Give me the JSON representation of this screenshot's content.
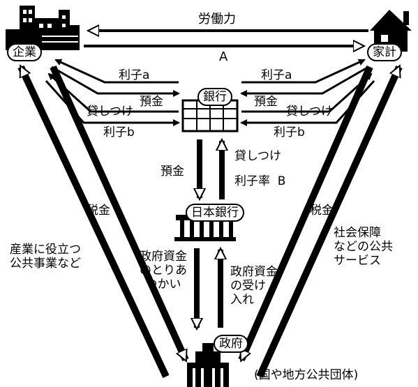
{
  "nodes": {
    "company": "企業",
    "household": "家計",
    "bank": "銀行",
    "central_bank": "日本銀行",
    "government": "政府",
    "government_note": "(国や地方公共団体)"
  },
  "flows": {
    "labor": "労働力",
    "a": "A",
    "interest_a_left": "利子a",
    "interest_a_right": "利子a",
    "deposit_left": "預金",
    "deposit_right": "預金",
    "loan_left": "貸しつけ",
    "loan_right": "貸しつけ",
    "interest_b_left": "利子b",
    "interest_b_right": "利子b",
    "bank_deposit": "預金",
    "central_loan": "貸しつけ",
    "rate_b": "利子率  B",
    "tax_left": "税金",
    "tax_right": "税金",
    "public_works": "産業に役立つ\n公共事業など",
    "social_services": "社会保障\nなどの公共\nサービス",
    "gov_funds_handling": "政府資金\nのとりあ\nつかい",
    "gov_funds_receipt": "政府資金\nの受け\n入れ"
  }
}
